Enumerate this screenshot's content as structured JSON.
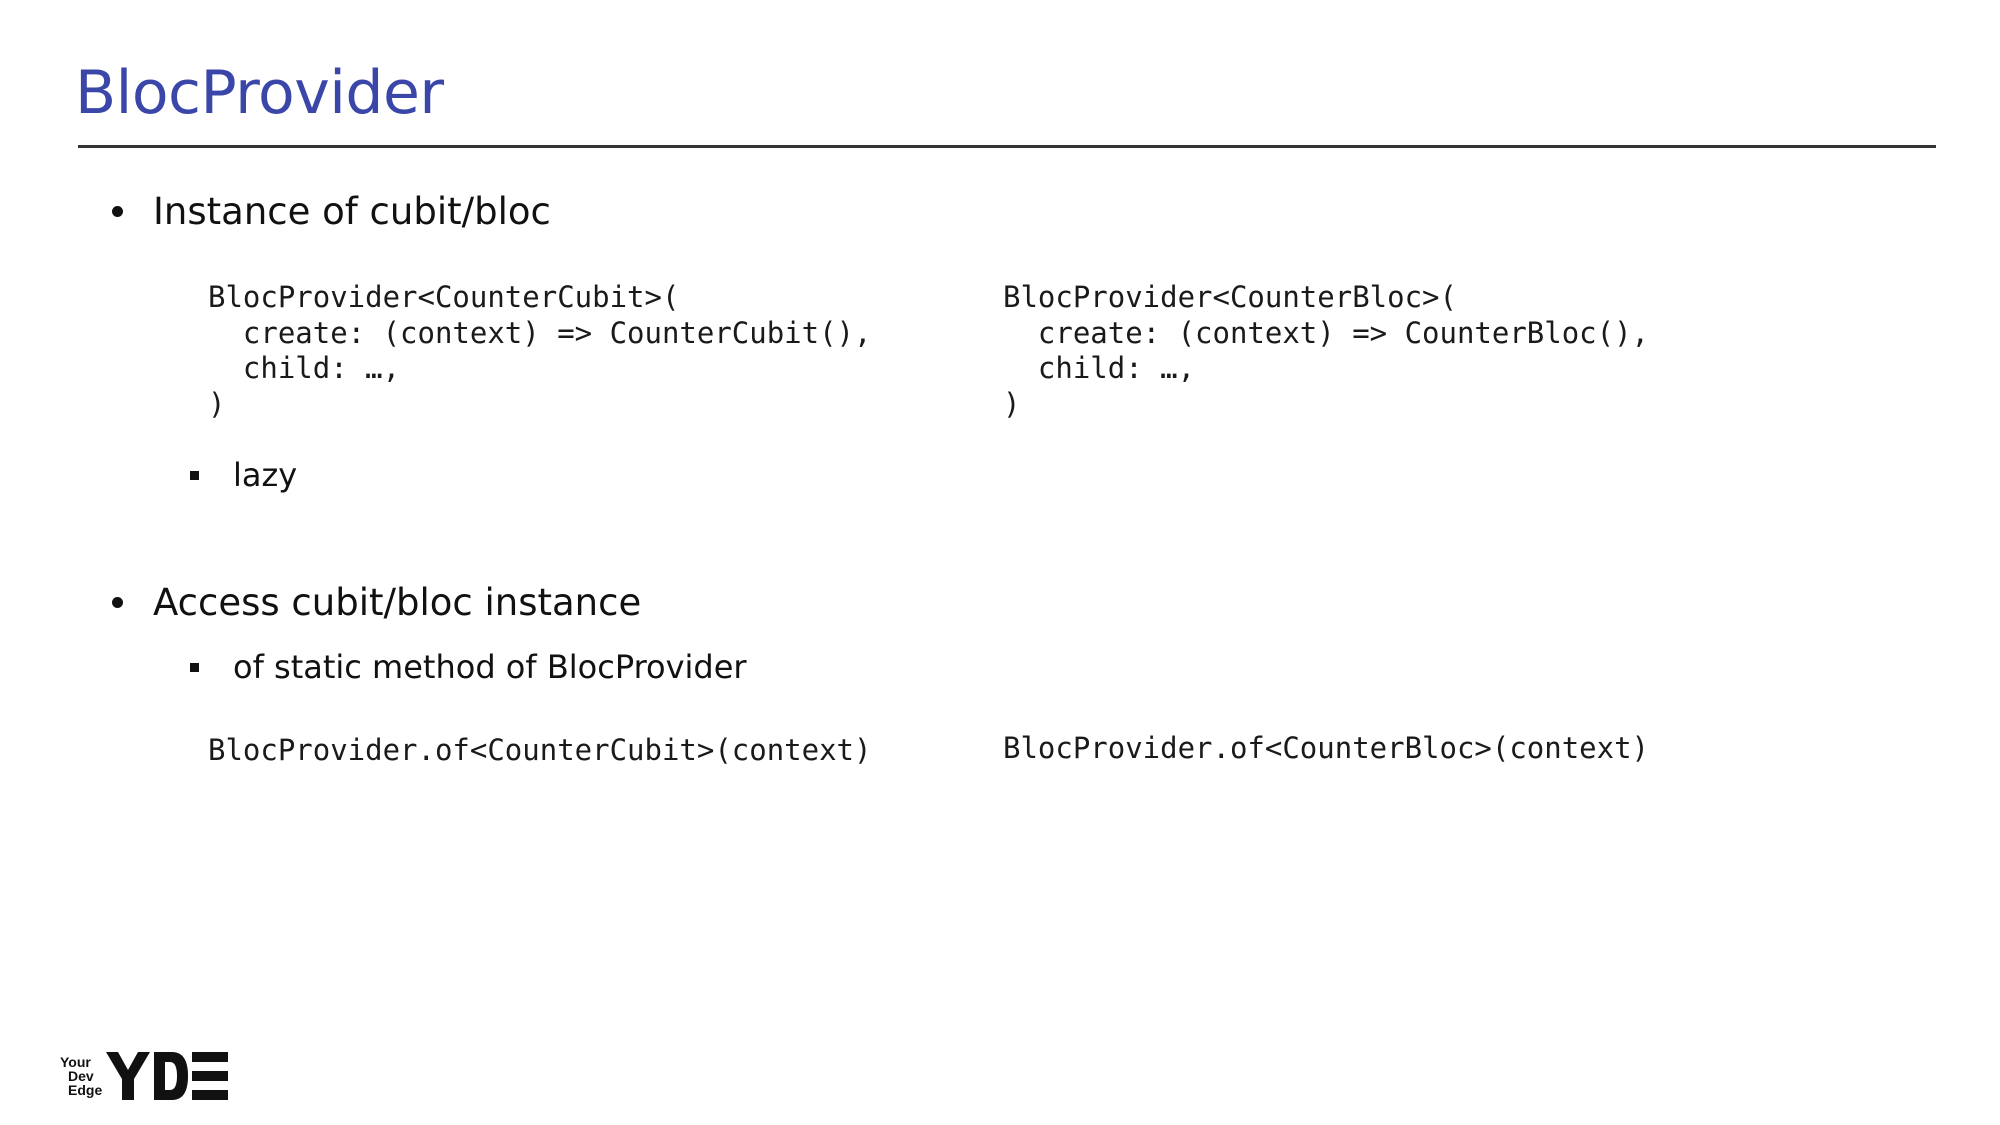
{
  "slide": {
    "title": "BlocProvider"
  },
  "bullets": {
    "instance": "Instance of cubit/bloc",
    "lazy": "lazy",
    "access": "Access cubit/bloc instance",
    "of_static": "of static method of BlocProvider"
  },
  "code": {
    "cubit_provider": "BlocProvider<CounterCubit>(\n  create: (context) => CounterCubit(),\n  child: …,\n)",
    "bloc_provider": "BlocProvider<CounterBloc>(\n  create: (context) => CounterBloc(),\n  child: …,\n)",
    "cubit_of": "BlocProvider.of<CounterCubit>(context)",
    "bloc_of": "BlocProvider.of<CounterBloc>(context)"
  },
  "logo": {
    "line1": "Your",
    "line2": "Dev",
    "line3": "Edge",
    "mark": "YDE"
  }
}
